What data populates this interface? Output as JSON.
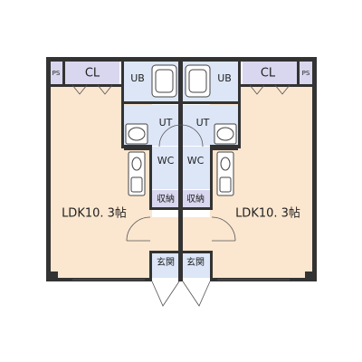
{
  "colors": {
    "ldk": "#fbe6cf",
    "storage": "#d9d7ef",
    "wet": "#dce6f7",
    "wall": "#333333",
    "background": "#ffffff"
  },
  "units": [
    {
      "ps": "PS",
      "cl": "CL",
      "ub": "UB",
      "ut": "UT",
      "wc": "WC",
      "storage": "収納",
      "ldk": "LDK10. 3帖",
      "entrance": "玄関"
    },
    {
      "ps": "PS",
      "cl": "CL",
      "ub": "UB",
      "ut": "UT",
      "wc": "WC",
      "storage": "収納",
      "ldk": "LDK10. 3帖",
      "entrance": "玄関"
    }
  ]
}
